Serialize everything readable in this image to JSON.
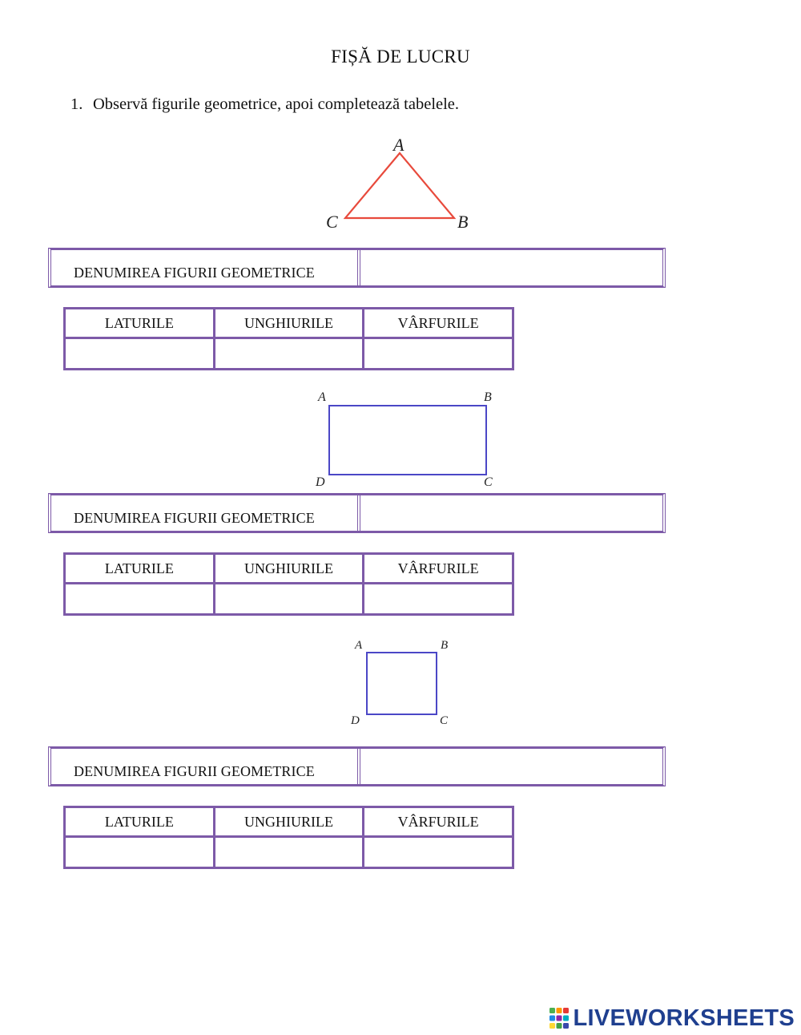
{
  "worksheet": {
    "title": "FIȘĂ DE LUCRU",
    "instruction_number": "1.",
    "instruction_text": "Observă figurile geometrice, apoi completează tabelele."
  },
  "figures": [
    {
      "shape": "triangle",
      "color": "#e84a3c",
      "vertices": [
        "A",
        "B",
        "C"
      ],
      "name_label": "DENUMIREA FIGURII GEOMETRICE",
      "columns": [
        "LATURILE",
        "UNGHIURILE",
        "VÂRFURILE"
      ]
    },
    {
      "shape": "rectangle",
      "color": "#4b47c6",
      "vertices": [
        "A",
        "B",
        "C",
        "D"
      ],
      "name_label": "DENUMIREA FIGURII GEOMETRICE",
      "columns": [
        "LATURILE",
        "UNGHIURILE",
        "VÂRFURILE"
      ]
    },
    {
      "shape": "square",
      "color": "#4b47c6",
      "vertices": [
        "A",
        "B",
        "C",
        "D"
      ],
      "name_label": "DENUMIREA FIGURII GEOMETRICE",
      "columns": [
        "LATURILE",
        "UNGHIURILE",
        "VÂRFURILE"
      ]
    }
  ],
  "branding": {
    "logo_text": "LIVEWORKSHEETS",
    "logo_icon": "liveworksheets-logo-icon",
    "logo_color": "#1f3f8f"
  }
}
